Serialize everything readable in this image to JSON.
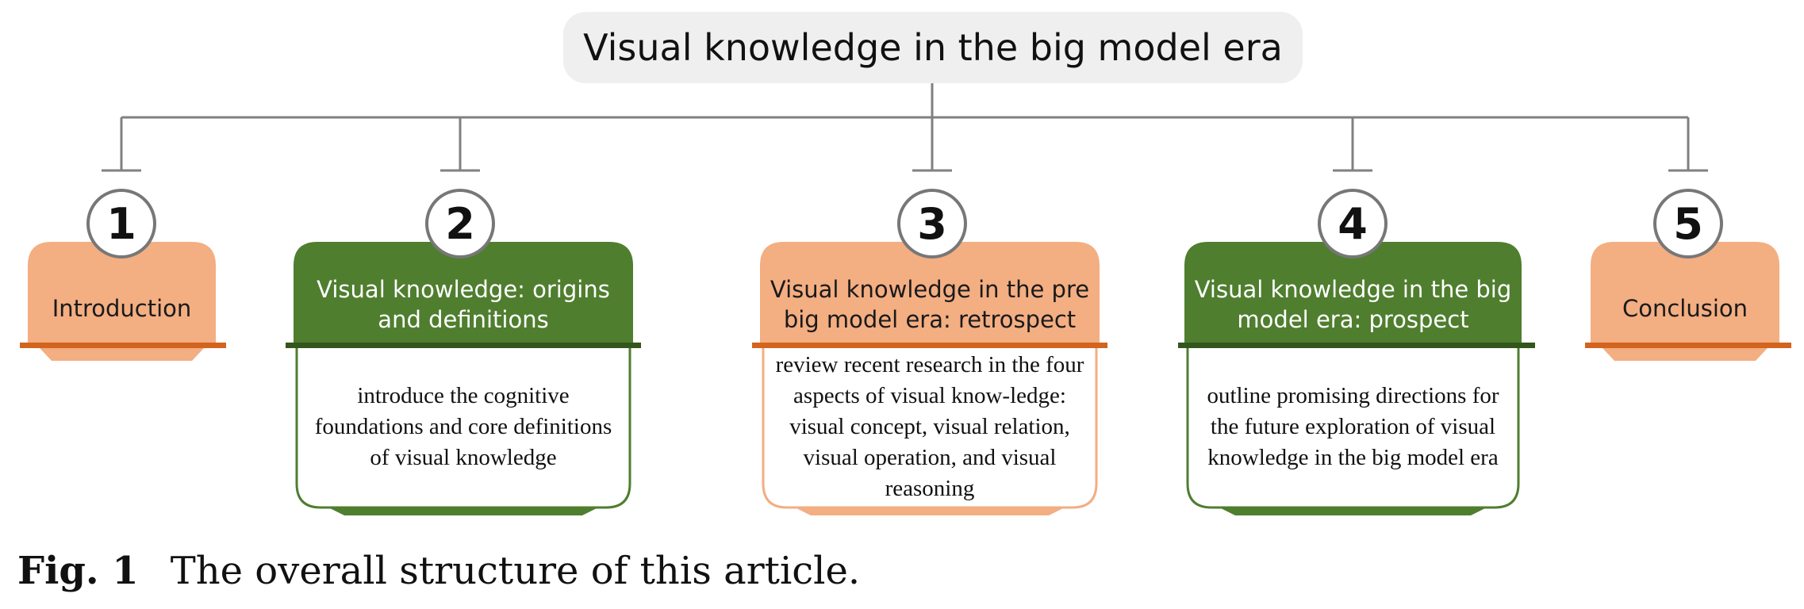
{
  "title": "Visual knowledge in the big model era",
  "colors": {
    "orange_fill": "#f3ae82",
    "orange_accent": "#d2641e",
    "green_fill": "#4f7e2f",
    "green_accent": "#33561c",
    "connector": "#808080",
    "title_bg": "#efefef"
  },
  "sections": [
    {
      "number": "1",
      "header": "Introduction",
      "body": "",
      "color": "orange"
    },
    {
      "number": "2",
      "header": "Visual knowledge: origins and definitions",
      "body": "introduce the cognitive foundations and core definitions of visual knowledge",
      "color": "green"
    },
    {
      "number": "3",
      "header": "Visual knowledge in the pre big model era: retrospect",
      "body": "review recent research in the four aspects of visual know-ledge: visual concept, visual relation, visual operation, and visual reasoning",
      "color": "orange"
    },
    {
      "number": "4",
      "header": "Visual knowledge in the big model era: prospect",
      "body": "outline promising directions for the future exploration of visual knowledge in the big model era",
      "color": "green"
    },
    {
      "number": "5",
      "header": "Conclusion",
      "body": "",
      "color": "orange"
    }
  ],
  "caption": {
    "label": "Fig. 1",
    "text": "The overall structure of this article."
  }
}
